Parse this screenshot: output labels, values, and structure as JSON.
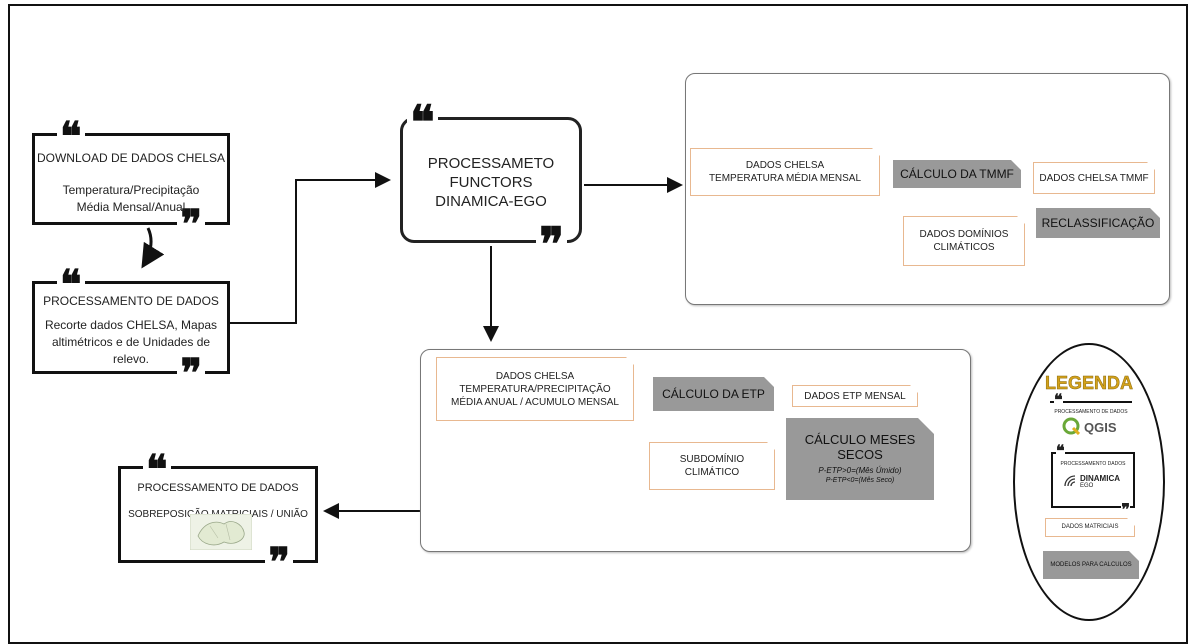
{
  "download": {
    "title": "DOWNLOAD DE DADOS CHELSA",
    "line1": "Temperatura/Precipitação",
    "line2": "Média Mensal/Anual"
  },
  "processing": {
    "title": "PROCESSAMENTO DE DADOS",
    "line1": "Recorte dados CHELSA, Mapas",
    "line2": "altimétricos e de Unidades de",
    "line3": "relevo."
  },
  "center": {
    "line1": "PROCESSAMETO",
    "line2": "FUNCTORS",
    "line3": "DINAMICA-EGO"
  },
  "top_panel": {
    "chelsa_line1": "DADOS CHELSA",
    "chelsa_line2": "TEMPERATURA MÉDIA MENSAL",
    "calc_tmmf": "CÁLCULO DA TMMF",
    "chelsa_tmmf": "DADOS CHELSA TMMF",
    "reclass": "RECLASSIFICAÇÃO",
    "domains_line1": "DADOS DOMÍNIOS",
    "domains_line2": "CLIMÁTICOS"
  },
  "mid_panel": {
    "chelsa_line1": "DADOS CHELSA",
    "chelsa_line2": "TEMPERATURA/PRECIPITAÇÃO",
    "chelsa_line3": "MÉDIA ANUAL / ACUMULO MENSAL",
    "calc_etp": "CÁLCULO DA ETP",
    "etp_monthly": "DADOS ETP MENSAL",
    "dry_title_1": "CÁLCULO MESES",
    "dry_title_2": "SECOS",
    "dry_formula_1": "P-ETP>0=(Mês Úmido)",
    "dry_formula_2": "P-ETP<0=(Mês Seco)",
    "subdomain_line1": "SUBDOMÍNIO",
    "subdomain_line2": "CLIMÁTICO"
  },
  "final": {
    "title": "PROCESSAMENTO DE DADOS",
    "subtitle": "SOBREPOSIÇÃO MATRICIAIS / UNIÃO"
  },
  "legend": {
    "title": "LEGENDA",
    "qgis_caption": "PROCESSAMENTO DE DADOS",
    "qgis_logo": "QGIS",
    "dinamica_caption": "PROCESSAMENTO DADOS",
    "dinamica_logo_1": "DINAMICA",
    "dinamica_logo_2": "EGO",
    "matrix": "DADOS MATRICIAIS",
    "models": "MODELOS PARA CALCULOS"
  },
  "quote_open": "❝",
  "quote_close": "❞",
  "colors": {
    "border": "#111111",
    "gray_box": "#999999",
    "data_border": "#e8b890",
    "legend_title": "#d4a21a",
    "qgis_green": "#6aa838"
  }
}
